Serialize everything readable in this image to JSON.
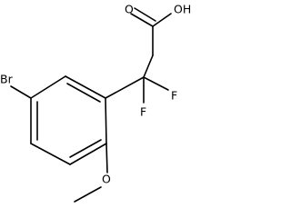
{
  "molecule": {
    "atoms": {
      "bromine": "Br",
      "fluorine_upper": "F",
      "fluorine_lower": "F",
      "carbonyl_oxygen": "O",
      "hydroxyl": "OH",
      "methoxy_oxygen": "O"
    }
  }
}
